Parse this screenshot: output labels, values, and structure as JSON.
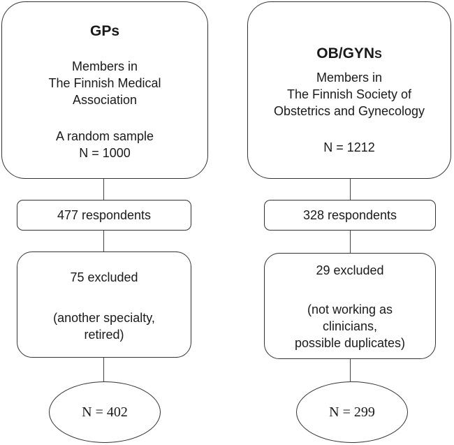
{
  "gps": {
    "title": "GPs",
    "line1": "Members in",
    "line2": "The Finnish Medical",
    "line3": "Association",
    "sample": "A random sample",
    "n": "N = 1000",
    "respondents": "477 respondents",
    "excluded": "75 excluded",
    "reason1": "(another specialty,",
    "reason2": "retired)",
    "final": "N = 402"
  },
  "obgyn": {
    "title": "OB/GYN",
    "title_suffix": "S",
    "line1": "Members in",
    "line2": "The Finnish Society of",
    "line3": "Obstetrics and Gynecology",
    "n": "N = 1212",
    "respondents": "328 respondents",
    "excluded": "29 excluded",
    "reason1": "(not working as",
    "reason2": "clinicians,",
    "reason3": "possible duplicates)",
    "final": "N = 299"
  }
}
